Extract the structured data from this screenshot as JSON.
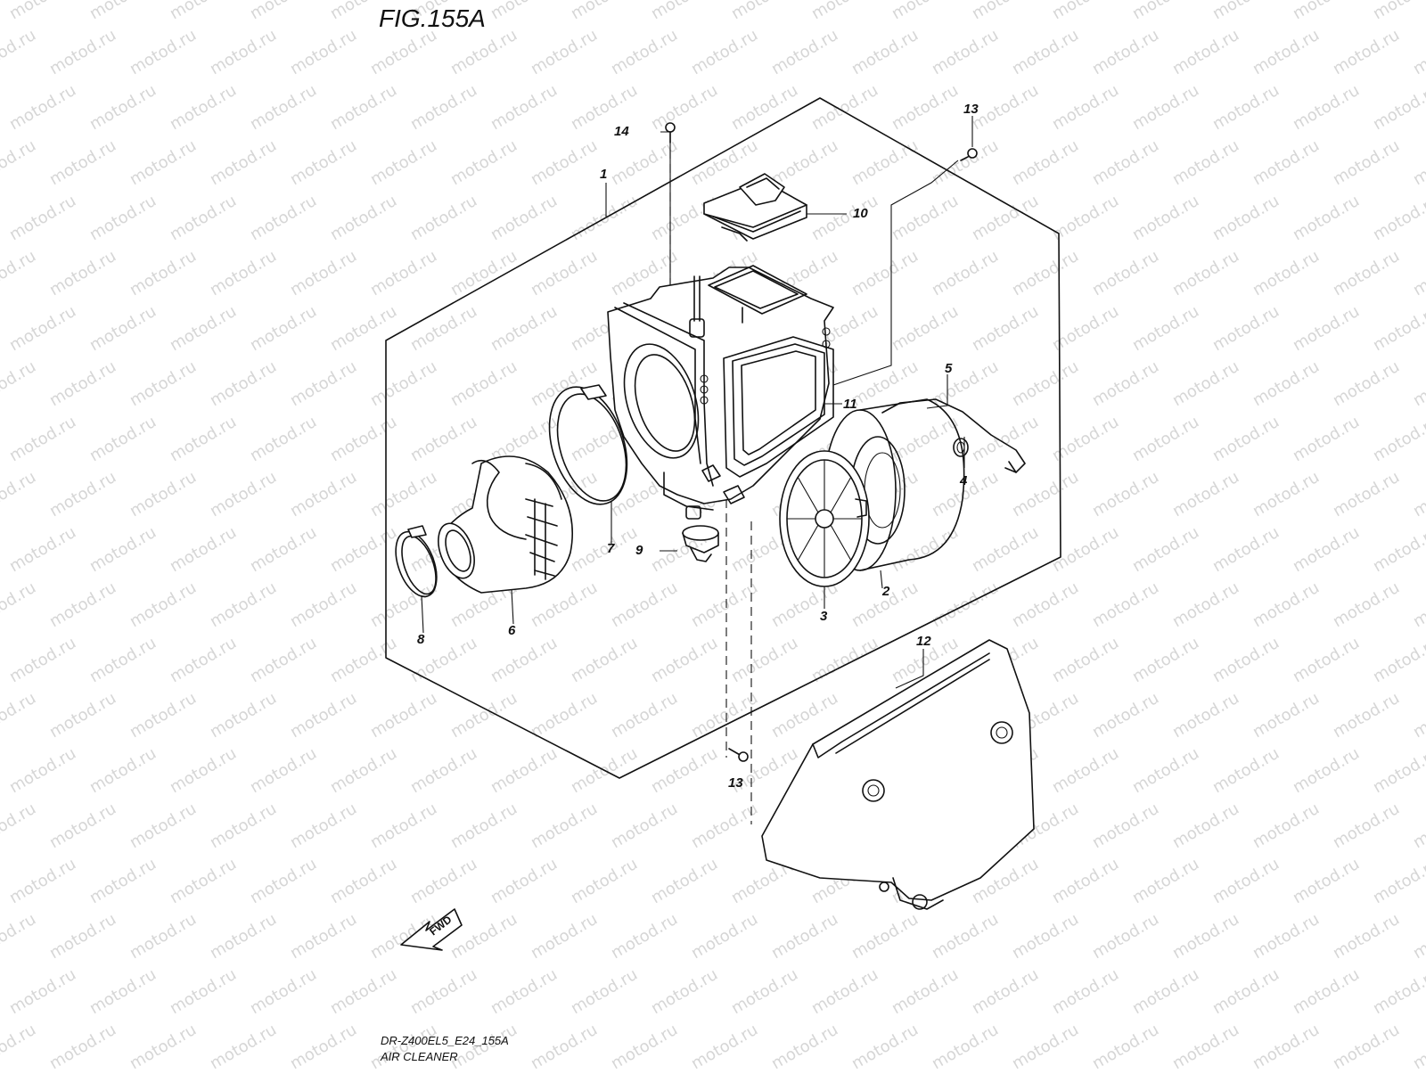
{
  "figure": {
    "title": "FIG.155A",
    "model_code": "DR-Z400EL5_E24_155A",
    "caption": "AIR CLEANER",
    "direction_arrow_label": "FWD",
    "watermark": "motod.ru"
  },
  "callouts": {
    "c1": "1",
    "c2": "2",
    "c3": "3",
    "c4": "4",
    "c5": "5",
    "c6": "6",
    "c7": "7",
    "c8": "8",
    "c9": "9",
    "c10": "10",
    "c11": "11",
    "c12": "12",
    "c13_top": "13",
    "c13_bottom": "13",
    "c14": "14"
  },
  "icons": {
    "direction_arrow": "fwd-arrow-icon"
  }
}
